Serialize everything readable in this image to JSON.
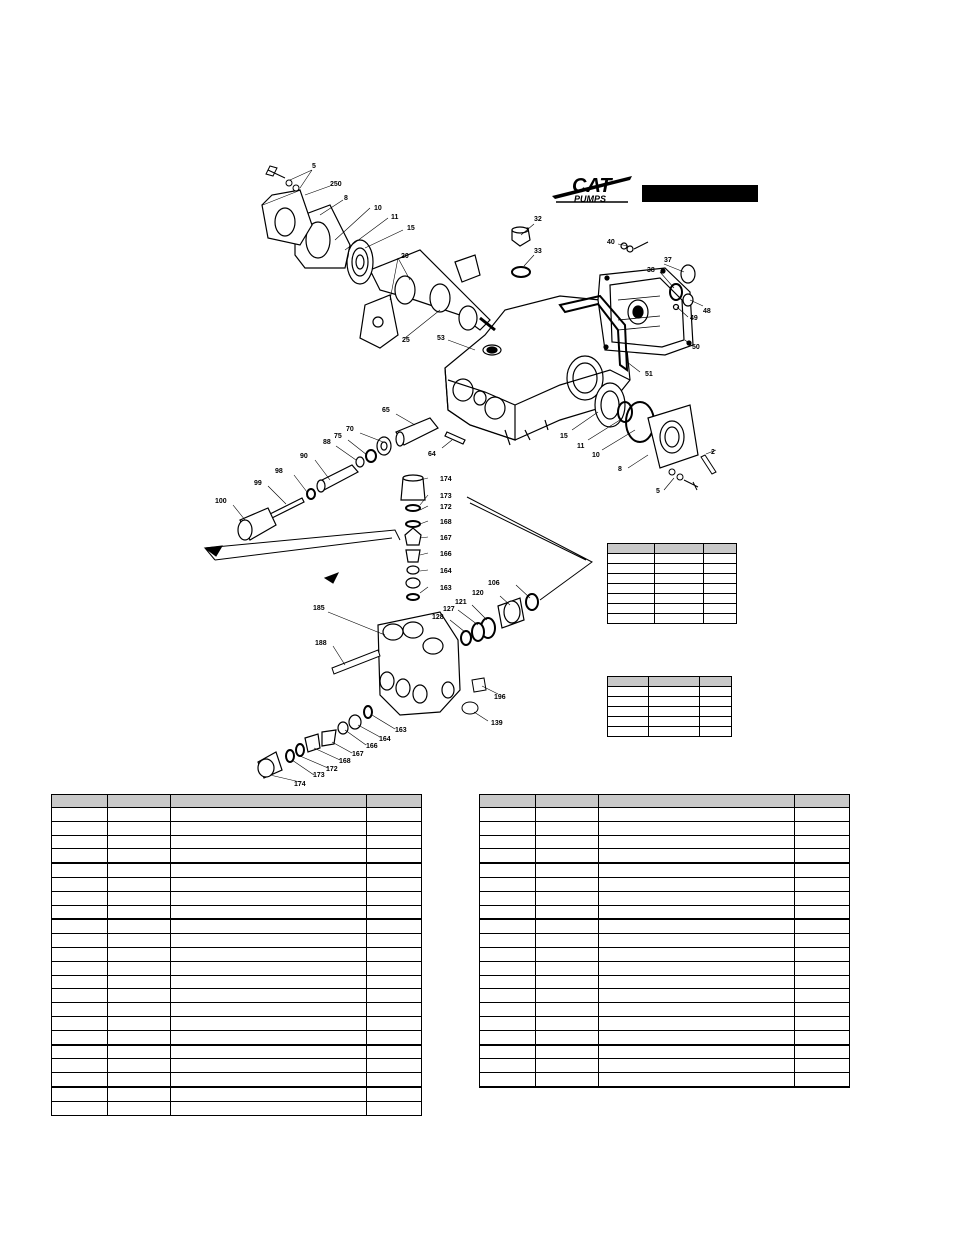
{
  "header": {
    "logo_line1": "CAT",
    "logo_line2": "PUMPS"
  },
  "callouts": {
    "c5": "5",
    "c250": "250",
    "c8": "8",
    "c10": "10",
    "c11": "11",
    "c15": "15",
    "c20": "20",
    "c25": "25",
    "c53": "53",
    "c32": "32",
    "c33": "33",
    "c40": "40",
    "c37": "37",
    "c38": "38",
    "c48": "48",
    "c49": "49",
    "c50": "50",
    "c51": "51",
    "c65": "65",
    "c70": "70",
    "c75": "75",
    "c88": "88",
    "c90": "90",
    "c64": "64",
    "c98": "98",
    "c99": "99",
    "c100": "100",
    "c15b": "15",
    "c11b": "11",
    "c10b": "10",
    "c8b": "8",
    "c5b": "5",
    "c2": "2",
    "c174": "174",
    "c173": "173",
    "c172": "172",
    "c168": "168",
    "c167": "167",
    "c166": "166",
    "c164": "164",
    "c163": "163",
    "c106": "106",
    "c120": "120",
    "c121": "121",
    "c127": "127",
    "c128": "128",
    "c185": "185",
    "c188": "188",
    "c196": "196",
    "c139": "139",
    "c163b": "163",
    "c164b": "164",
    "c166b": "166",
    "c167b": "167",
    "c168b": "168",
    "c172b": "172",
    "c173b": "173",
    "c174b": "174"
  }
}
